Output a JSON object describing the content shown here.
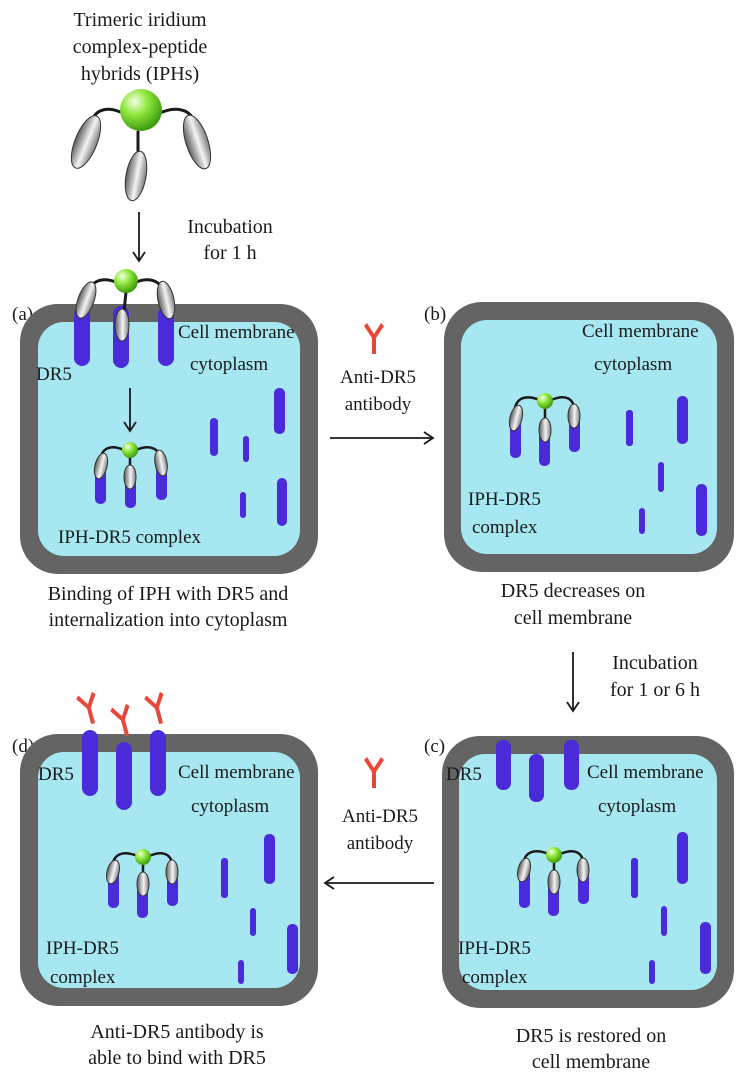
{
  "title_lines": [
    "Trimeric iridium",
    "complex-peptide",
    "hybrids (IPHs)"
  ],
  "steps": {
    "incubation_1h": [
      "Incubation",
      "for 1 h"
    ],
    "incubation_1_or_6h": [
      "Incubation",
      "for 1 or 6 h"
    ],
    "antibody_b": [
      "Anti-DR5",
      "antibody"
    ],
    "antibody_d": [
      "Anti-DR5",
      "antibody"
    ]
  },
  "panels": {
    "a": {
      "letter": "(a)",
      "membrane": "Cell membrane",
      "cytoplasm": "cytoplasm",
      "receptor": "DR5",
      "complex": [
        "IPH-DR5 complex"
      ],
      "caption": [
        "Binding of IPH with DR5 and",
        "internalization into cytoplasm"
      ]
    },
    "b": {
      "letter": "(b)",
      "membrane": "Cell membrane",
      "cytoplasm": "cytoplasm",
      "complex": [
        "IPH-DR5",
        "complex"
      ],
      "caption": [
        "DR5 decreases on",
        "cell membrane"
      ]
    },
    "c": {
      "letter": "(c)",
      "membrane": "Cell membrane",
      "cytoplasm": "cytoplasm",
      "receptor": "DR5",
      "complex": [
        "IPH-DR5",
        "complex"
      ],
      "caption": [
        "DR5 is restored on",
        "cell membrane"
      ]
    },
    "d": {
      "letter": "(d)",
      "membrane": "Cell membrane",
      "cytoplasm": "cytoplasm",
      "receptor": "DR5",
      "complex": [
        "IPH-DR5",
        "complex"
      ],
      "caption": [
        "Anti-DR5 antibody is",
        "able to bind with DR5"
      ]
    }
  },
  "colors": {
    "membrane": "#646464",
    "cytoplasm": "#a6e7f2",
    "receptor": "#4b2bd9",
    "iridium_core": "#7be02e",
    "peptide": "#9a9a9a",
    "antibody": "#e8473a"
  }
}
